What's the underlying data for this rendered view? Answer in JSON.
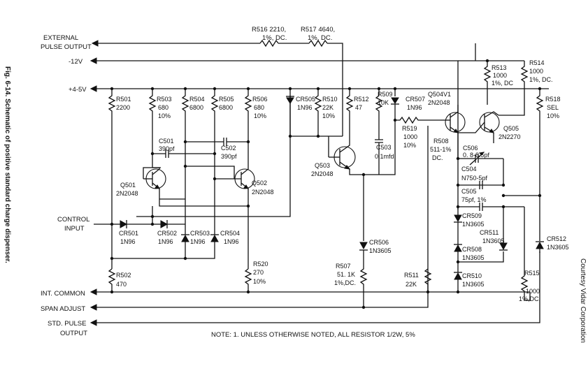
{
  "figure": {
    "caption": "Fig. 6-14. Schematic of positive standard charge dispenser.",
    "credit": "Courtesy Vidar Corporation",
    "note": "NOTE: 1. UNLESS OTHERWISE NOTED, ALL RESISTOR 1/2W, 5%"
  },
  "rails": {
    "external_pulse_output": [
      "EXTERNAL",
      "PULSE OUTPUT"
    ],
    "neg12v": "-12V",
    "pos45v": "+4-5V",
    "control_input": [
      "CONTROL",
      "INPUT"
    ],
    "int_common": "INT. COMMON",
    "span_adjust": "SPAN ADJUST",
    "std_pulse_output": [
      "STD. PULSE",
      "OUTPUT"
    ]
  },
  "resistors": {
    "r501": [
      "R501",
      "2200"
    ],
    "r502": [
      "R502",
      "470"
    ],
    "r503": [
      "R503",
      "680",
      "10%"
    ],
    "r504": [
      "R504",
      "6800"
    ],
    "r505": [
      "R505",
      "6800"
    ],
    "r506": [
      "R506",
      "680",
      "10%"
    ],
    "r507": [
      "R507",
      "51. 1K",
      "1%,DC."
    ],
    "r508": [
      "R508",
      "511-1%",
      "DC."
    ],
    "r509": [
      "R509",
      "10K"
    ],
    "r510": [
      "R510",
      "22K",
      "10%"
    ],
    "r511": [
      "R511",
      "22K"
    ],
    "r512": [
      "R512",
      "47"
    ],
    "r513": [
      "R513",
      "1000",
      "1%, DC"
    ],
    "r514": [
      "R514",
      "1000",
      "1%, DC."
    ],
    "r515": [
      "R515",
      "1000",
      "1%,DC."
    ],
    "r516": [
      "R516 2210,",
      "1%, DC."
    ],
    "r517": [
      "R517 4640,",
      "1%, DC."
    ],
    "r518": [
      "R518",
      "SEL",
      "10%"
    ],
    "r519": [
      "R519",
      "1000",
      "10%"
    ],
    "r520": [
      "R520",
      "270",
      "10%"
    ]
  },
  "capacitors": {
    "c501": [
      "C501",
      "390pf"
    ],
    "c502": [
      "C502",
      "390pf"
    ],
    "c503": [
      "C503",
      "0.1mfd"
    ],
    "c504": [
      "C504",
      "N750-5pf"
    ],
    "c505": [
      "C505",
      "75pf,  1%"
    ],
    "c506": [
      "C506",
      "0. 8-8.5pf"
    ]
  },
  "diodes": {
    "cr501": [
      "CR501",
      "1N96"
    ],
    "cr502": [
      "CR502",
      "1N96"
    ],
    "cr503": [
      "CR503",
      "1N96"
    ],
    "cr504": [
      "CR504",
      "1N96"
    ],
    "cr505": [
      "CR505",
      "1N96"
    ],
    "cr506": [
      "CR506",
      "1N3605"
    ],
    "cr507": [
      "CR507",
      "1N96"
    ],
    "cr508": [
      "CR508",
      "1N3605"
    ],
    "cr509": [
      "CR509",
      "1N3605"
    ],
    "cr510": [
      "CR510",
      "1N3605"
    ],
    "cr511": [
      "CR511",
      "1N3605"
    ],
    "cr512": [
      "CR512",
      "1N3605"
    ]
  },
  "transistors": {
    "q501": [
      "Q501",
      "2N2048"
    ],
    "q502": [
      "Q502",
      "2N2048"
    ],
    "q503": [
      "Q503",
      "2N2048"
    ],
    "q504": [
      "Q504V1",
      "2N2048"
    ],
    "q505": [
      "Q505",
      "2N2270"
    ]
  }
}
